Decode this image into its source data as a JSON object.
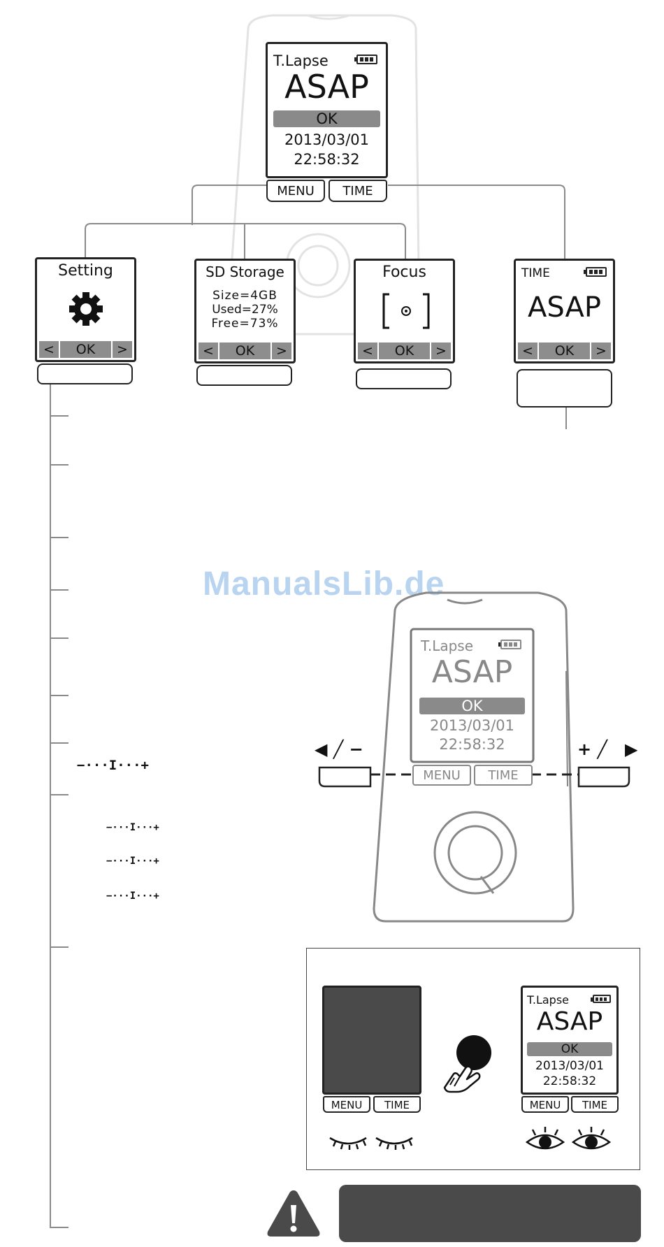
{
  "main_screen": {
    "mode": "T.Lapse",
    "value": "ASAP",
    "ok": "OK",
    "date": "2013/03/01",
    "time": "22:58:32",
    "menu_button": "MENU",
    "time_button": "TIME"
  },
  "menu_screens": {
    "setting": {
      "title": "Setting",
      "icon": "gear-icon",
      "ok": "OK"
    },
    "sd_storage": {
      "title": "SD Storage",
      "size": "Size=4GB",
      "used": "Used=27%",
      "free": "Free=73%",
      "ok": "OK"
    },
    "focus": {
      "title": "Focus",
      "icon": "focus-bracket-icon",
      "ok": "OK"
    },
    "time_screen": {
      "title": "TIME",
      "value": "ASAP",
      "ok": "OK"
    }
  },
  "nav": {
    "left": "<",
    "right": ">"
  },
  "device": {
    "mode": "T.Lapse",
    "value": "ASAP",
    "ok": "OK",
    "date": "2013/03/01",
    "time": "22:58:32",
    "menu_button": "MENU",
    "time_button": "TIME",
    "left_key_label": "◀ ╱ −",
    "right_key_label": "+ ╱   ▶"
  },
  "sliders": [
    "−···I···+",
    "−···I···+",
    "−···I···+",
    "−···I···+"
  ],
  "wake_panel": {
    "off_menu": "MENU",
    "off_time": "TIME",
    "on_mode": "T.Lapse",
    "on_value": "ASAP",
    "on_ok": "OK",
    "on_date": "2013/03/01",
    "on_time": "22:58:32",
    "on_menu": "MENU",
    "on_time_button": "TIME",
    "icons": [
      "closed-eye-icon",
      "open-eye-icon",
      "hand-press-icon"
    ]
  },
  "watermark": "ManualsLib.de",
  "warning": {
    "icon": "warning-triangle-icon"
  },
  "colors": {
    "lcd_bar": "#8a8a8a",
    "dark_panel": "#4a4a4a",
    "watermark": "#b8d4f0",
    "device_outline": "#e3e3e3"
  }
}
